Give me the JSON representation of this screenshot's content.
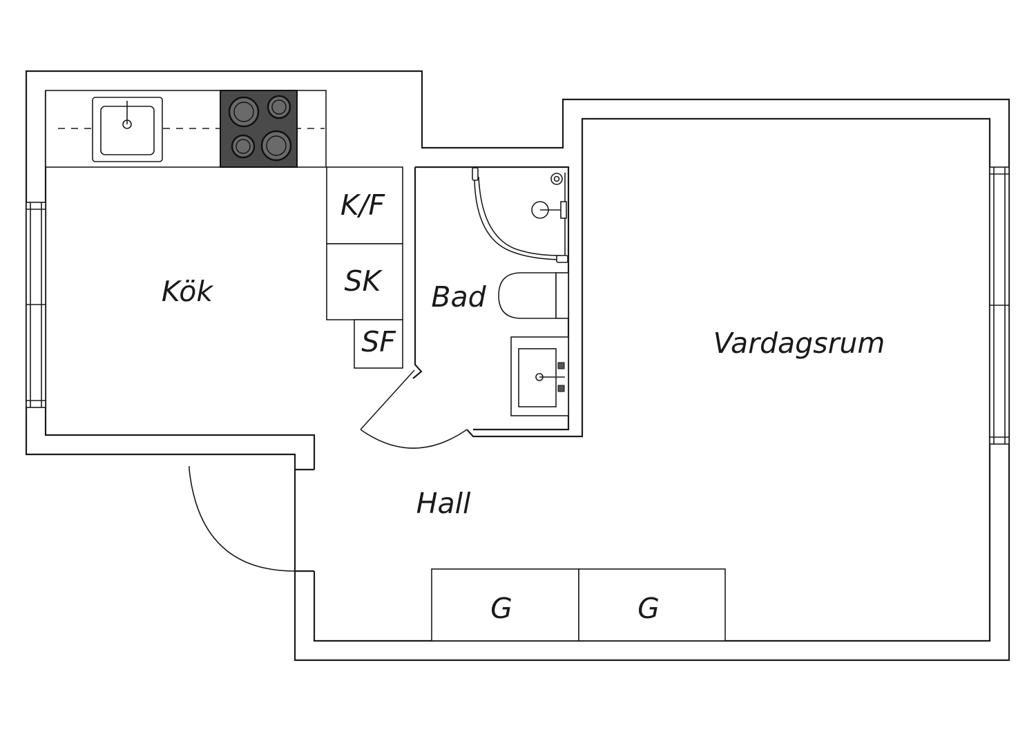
{
  "floor_plan": {
    "rooms": {
      "kitchen": "Kök",
      "bathroom": "Bad",
      "living_room": "Vardagsrum",
      "hall": "Hall"
    },
    "storage": {
      "fridge_freezer": "K/F",
      "cabinet": "SK",
      "freezer": "SF",
      "wardrobe_1": "G",
      "wardrobe_2": "G"
    },
    "colors": {
      "line": "#1a1a1a",
      "stove": "#4a4a4a",
      "background": "#ffffff"
    }
  }
}
